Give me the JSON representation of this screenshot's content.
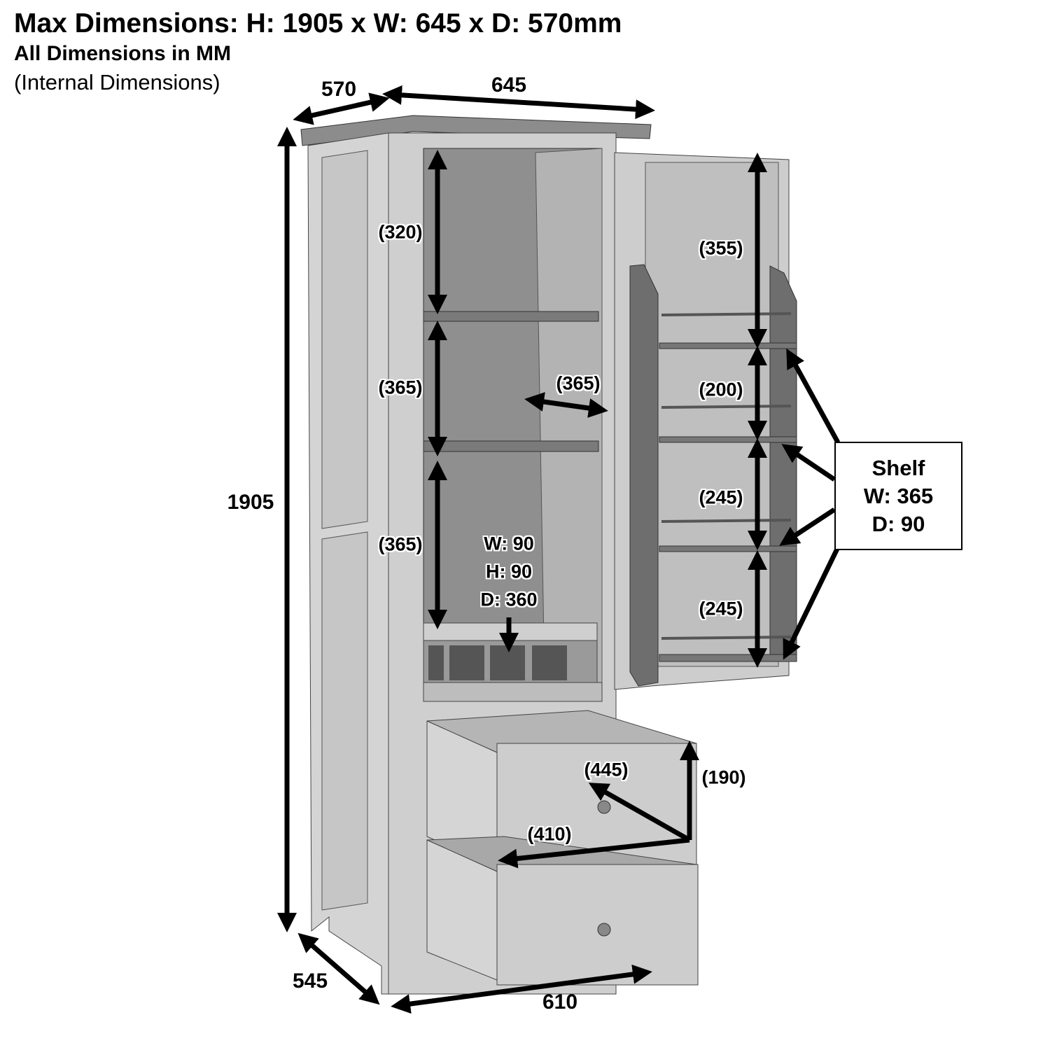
{
  "header": {
    "title": "Max Dimensions: H: 1905 x W: 645 x D: 570mm",
    "subtitle": "All Dimensions in MM",
    "note": "(Internal Dimensions)"
  },
  "external_dimensions": {
    "depth_top": "570",
    "width_top": "645",
    "height": "1905",
    "depth_base": "545",
    "width_base": "610"
  },
  "cabinet_internal": {
    "top_space": "(320)",
    "middle_space": "(365)",
    "lower_space": "(365)",
    "shelf_width": "(365)",
    "wine_rack": [
      "W: 90",
      "H: 90",
      "D: 360"
    ]
  },
  "door_rack": {
    "spaces": [
      "(355)",
      "(200)",
      "(245)",
      "(245)"
    ],
    "shelf_callout": [
      "Shelf",
      "W: 365",
      "D: 90"
    ]
  },
  "drawer": {
    "depth": "(445)",
    "height": "(190)",
    "width": "(410)"
  },
  "colors": {
    "body": "#c9c9c9",
    "interior": "#8a8a8a",
    "wood": "#7a7a7a",
    "arrow": "#000000"
  }
}
